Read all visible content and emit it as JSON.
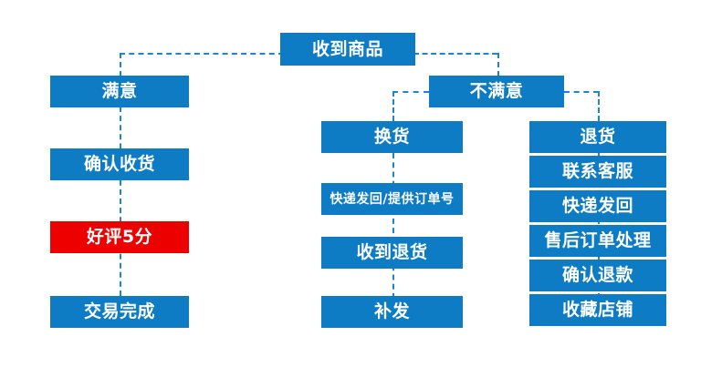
{
  "diagram": {
    "title_node": {
      "label": "收到商品"
    },
    "colors": {
      "node_blue": "#0d7cc4",
      "node_red": "#ed0000",
      "connector_blue": "#1a86cf",
      "text_white": "#ffffff",
      "background": "#ffffff"
    },
    "branches": {
      "satisfied": {
        "root": {
          "label": "满意"
        },
        "steps": [
          {
            "label": "确认收货",
            "highlight": false
          },
          {
            "label": "好评5分",
            "highlight": true
          },
          {
            "label": "交易完成",
            "highlight": false
          }
        ]
      },
      "unsatisfied": {
        "root": {
          "label": "不满意"
        },
        "exchange": {
          "root": {
            "label": "换货"
          },
          "steps": [
            {
              "label": "快递发回/提供订单号"
            },
            {
              "label": "收到退货"
            },
            {
              "label": "补发"
            }
          ]
        },
        "refund": {
          "root": {
            "label": "退货"
          },
          "steps": [
            {
              "label": "联系客服"
            },
            {
              "label": "快递发回"
            },
            {
              "label": "售后订单处理"
            },
            {
              "label": "确认退款"
            },
            {
              "label": "收藏店铺"
            }
          ]
        }
      }
    }
  }
}
